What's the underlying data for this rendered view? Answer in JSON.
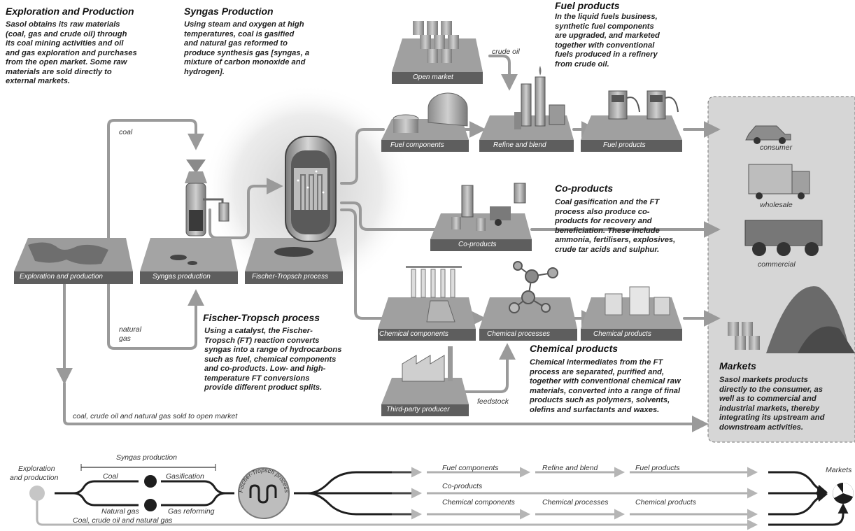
{
  "sections": {
    "exploration": {
      "title": "Exploration and Production",
      "lines": [
        "Sasol obtains its raw materials",
        "(coal, gas and crude oil) through",
        "its coal mining activities and oil",
        "and gas exploration and purchases",
        "from the open market. Some raw",
        "materials are sold directly to",
        "external markets."
      ]
    },
    "syngas": {
      "title": "Syngas Production",
      "lines": [
        "Using steam and oxygen at high",
        "temperatures, coal is gasified",
        "and natural gas reformed to",
        "produce synthesis gas [syngas, a",
        "mixture of carbon monoxide and",
        "hydrogen]."
      ]
    },
    "fuel": {
      "title": "Fuel products",
      "lines": [
        "In the liquid fuels business,",
        "synthetic fuel components",
        "are upgraded, and marketed",
        "together with conventional",
        "fuels produced in a refinery",
        "from crude oil."
      ]
    },
    "coproducts": {
      "title": "Co-products",
      "lines": [
        "Coal gasification and the FT",
        "process also produce co-",
        "products for recovery and",
        "beneficiation. These include",
        "ammonia, fertilisers, explosives,",
        "crude tar acids and sulphur."
      ]
    },
    "ft": {
      "title": "Fischer-Tropsch process",
      "lines": [
        "Using a catalyst, the Fischer-",
        "Tropsch (FT) reaction converts",
        "syngas into a range of hydrocarbons",
        "such as fuel, chemical components",
        "and co-products. Low- and high-",
        "temperature FT conversions",
        "provide different product splits."
      ]
    },
    "chemical": {
      "title": "Chemical products",
      "lines": [
        "Chemical intermediates from the FT",
        "process are separated, purified and,",
        "together with conventional chemical raw",
        "materials, converted into a range of final",
        "products such as polymers, solvents,",
        "olefins and surfactants and waxes."
      ]
    },
    "markets": {
      "title": "Markets",
      "lines": [
        "Sasol markets products",
        "directly to the consumer, as",
        "well as to commercial and",
        "industrial markets, thereby",
        "integrating its upstream and",
        "downstream activities."
      ]
    }
  },
  "platforms": {
    "exploration": "Exploration and production",
    "syngas": "Syngas production",
    "ft": "Fischer-Tropsch process",
    "open_market": "Open market",
    "fuel_components": "Fuel components",
    "refine": "Refine and blend",
    "fuel_products": "Fuel products",
    "coproducts": "Co-products",
    "chem_components": "Chemical components",
    "chem_processes": "Chemical processes",
    "chem_products": "Chemical products",
    "third_party": "Third-party producer"
  },
  "flow_labels": {
    "coal": "coal",
    "natural_gas_1": "natural",
    "natural_gas_2": "gas",
    "crude_oil": "crude oil",
    "feedstock": "feedstock",
    "sold_open_market": "coal, crude oil and natural gas sold to open market"
  },
  "market_labels": {
    "consumer": "consumer",
    "wholesale": "wholesale",
    "commercial": "commercial"
  },
  "flowchart": {
    "exploration_1": "Exploration",
    "exploration_2": "and production",
    "syngas_production": "Syngas production",
    "coal": "Coal",
    "natural_gas": "Natural gas",
    "gasification": "Gasification",
    "gas_reforming": "Gas reforming",
    "ft_process": "Fischer-Tropsch process",
    "fuel_components": "Fuel components",
    "refine_blend": "Refine and blend",
    "fuel_products": "Fuel products",
    "co_products": "Co-products",
    "chem_components": "Chemical components",
    "chem_processes": "Chemical  processes",
    "chem_products": "Chemical products",
    "markets": "Markets",
    "raw_sold": "Coal, crude oil and natural gas"
  },
  "colors": {
    "platform_top": "#9a9a9a",
    "platform_front": "#5e5e5e",
    "pipe": "#8c8c8c",
    "markets_panel": "#d9d9d9",
    "flow_dark": "#1e1e1e",
    "flow_light": "#b5b5b5"
  }
}
